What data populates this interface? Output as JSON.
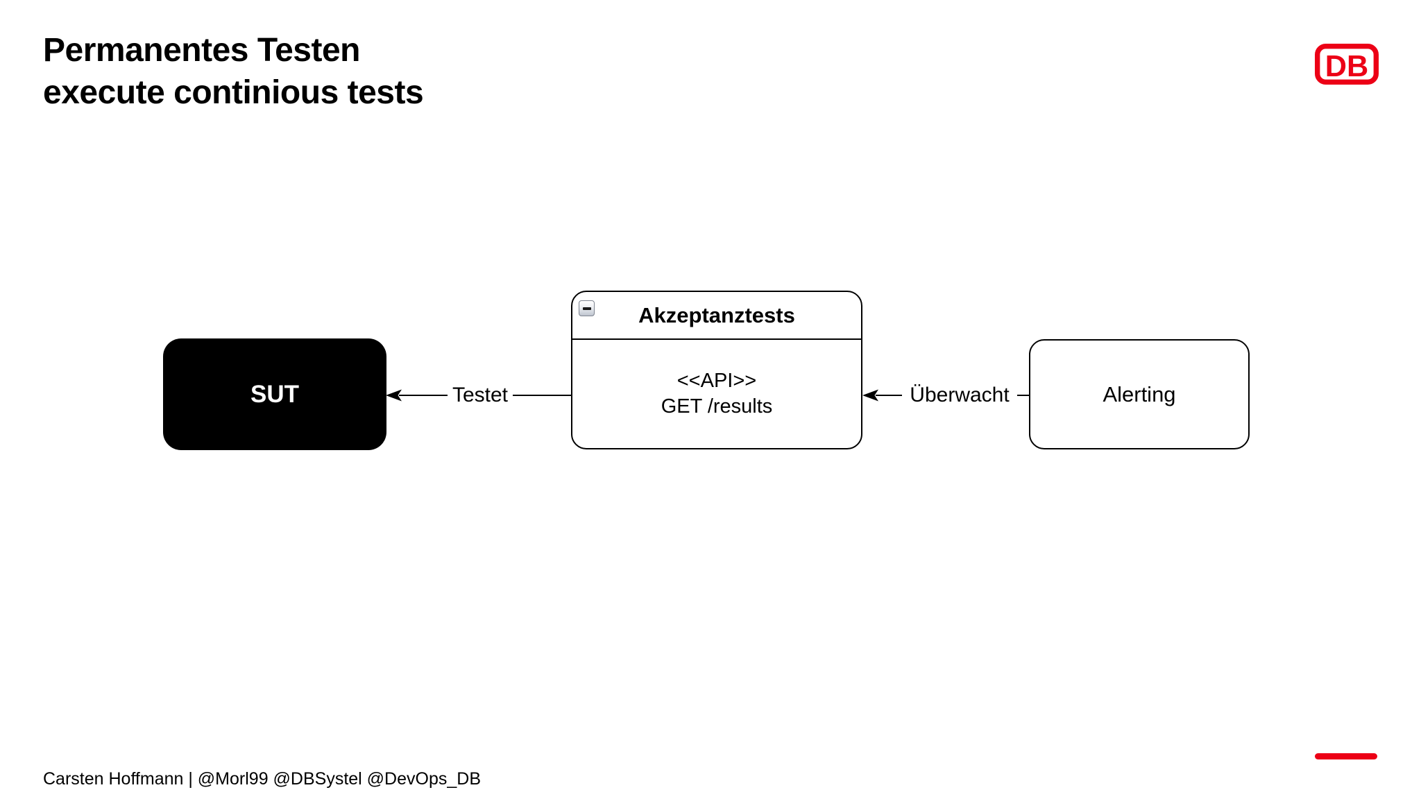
{
  "slide": {
    "title_line1": "Permanentes Testen",
    "title_line2": "execute continious tests",
    "footer": "Carsten Hoffmann | @Morl99 @DBSystel @DevOps_DB"
  },
  "brand": {
    "logo_text": "DB",
    "red": "#EC0016"
  },
  "diagram": {
    "sut": {
      "label": "SUT"
    },
    "acceptance": {
      "title": "Akzeptanztests",
      "body_line1": "<<API>>",
      "body_line2": "GET /results"
    },
    "alerting": {
      "label": "Alerting"
    },
    "edges": [
      {
        "label": "Testet"
      },
      {
        "label": "Überwacht"
      }
    ]
  }
}
